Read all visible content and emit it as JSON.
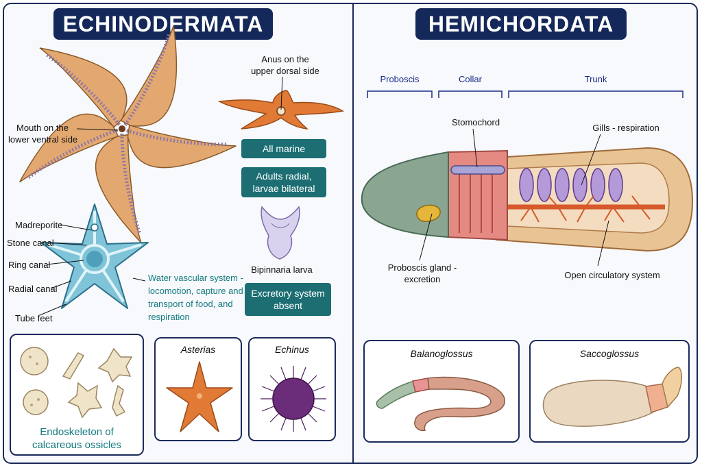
{
  "echinodermata": {
    "title": "ECHINODERMATA",
    "anus_label_1": "Anus on the",
    "anus_label_2": "upper dorsal side",
    "mouth_label_1": "Mouth on the",
    "mouth_label_2": "lower ventral side",
    "pill_marine": "All marine",
    "pill_symmetry_1": "Adults radial,",
    "pill_symmetry_2": "larvae bilateral",
    "larva_label": "Bipinnaria larva",
    "pill_excretory_1": "Excretory system",
    "pill_excretory_2": "absent",
    "wvs_labels": [
      "Madreporite",
      "Stone canal",
      "Ring canal",
      "Radial canal",
      "Tube feet"
    ],
    "wvs_caption": [
      "Water vascular system -",
      "locomotion, capture and",
      "transport of food, and",
      "respiration"
    ],
    "endoskeleton_caption_1": "Endoskeleton of",
    "endoskeleton_caption_2": "calcareous ossicles",
    "example_1": "Asterias",
    "example_2": "Echinus"
  },
  "hemichordata": {
    "title": "HEMICHORDATA",
    "regions": [
      "Proboscis",
      "Collar",
      "Trunk"
    ],
    "stomochord": "Stomochord",
    "gills": "Gills - respiration",
    "proboscis_gland_1": "Proboscis gland -",
    "proboscis_gland_2": "excretion",
    "circulatory": "Open circulatory system",
    "example_1": "Balanoglossus",
    "example_2": "Saccoglossus"
  },
  "colors": {
    "navy": "#14285a",
    "teal": "#1c6e73",
    "teal_text": "#137a80",
    "starfish_tan": "#e2a870",
    "sea_star_orange": "#e07a35",
    "urchin_purple": "#6b2d7a",
    "wvs_blue": "#7fc4d8"
  }
}
